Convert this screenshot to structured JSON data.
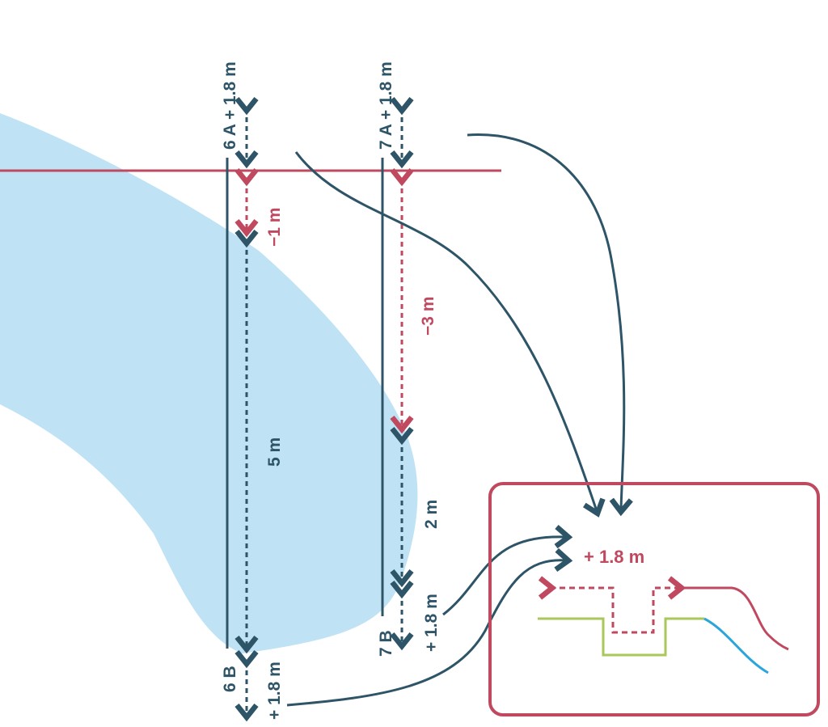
{
  "colors": {
    "navy": "#2e5468",
    "crimson": "#c0485f",
    "water": "#bfe3f5",
    "green": "#a9c75a",
    "blue": "#2aa6dc",
    "box_border": "#c0485f"
  },
  "labels": {
    "six_a": "6 A + 1.8 m",
    "seven_a": "7 A + 1.8 m",
    "six_b": "6 B",
    "six_b_height": "+ 1.8 m",
    "seven_b": "7 B",
    "seven_b_height": "+ 1.8 m",
    "minus_1m": "−1 m",
    "minus_3m": "−3 m",
    "five_m": "5 m",
    "two_m": "2 m",
    "inset_height": "+ 1.8 m"
  }
}
